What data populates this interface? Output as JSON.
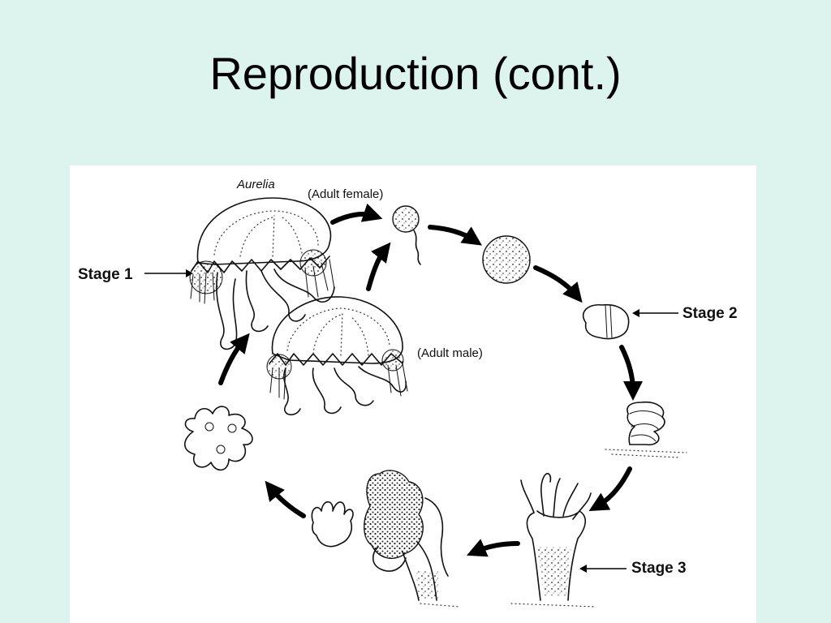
{
  "title": "Reproduction (cont.)",
  "diagram": {
    "genus_label": "Aurelia",
    "adult_female_label": "(Adult female)",
    "adult_male_label": "(Adult male)",
    "stage1_label": "Stage 1",
    "stage2_label": "Stage 2",
    "stage3_label": "Stage 3"
  }
}
